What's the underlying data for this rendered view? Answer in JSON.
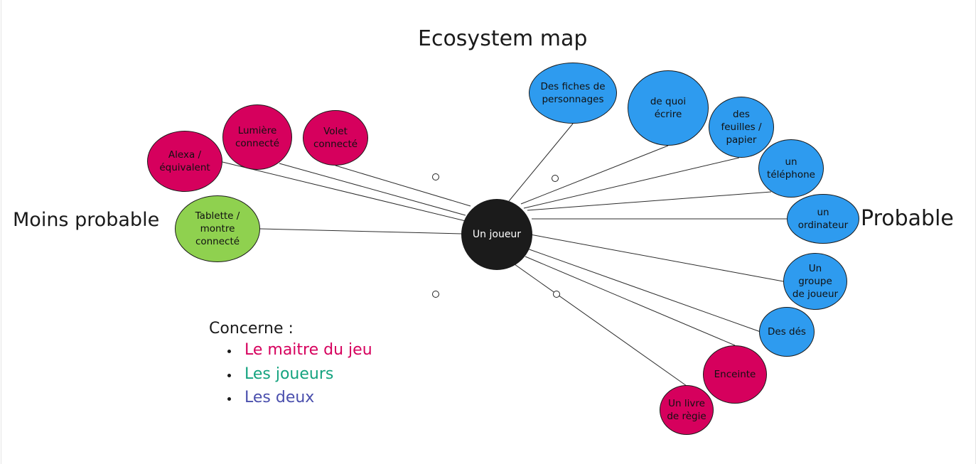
{
  "colors": {
    "pink": "#d6005d",
    "blue": "#2e9bef",
    "green": "#8fd14f",
    "center": "#1b1b1b",
    "legend_green": "#14a37f",
    "legend_blue": "#4a4fad"
  },
  "title": "Ecosystem map",
  "left_label": "Moins probable",
  "right_label": "Probable",
  "center_node": {
    "label": "Un joueur"
  },
  "nodes": [
    {
      "label": "Alexa /\néquivalent",
      "color": "pink"
    },
    {
      "label": "Lumière\nconnecté",
      "color": "pink"
    },
    {
      "label": "Volet\nconnecté",
      "color": "pink"
    },
    {
      "label": "Tablette /\nmontre\nconnecté",
      "color": "green"
    },
    {
      "label": "Des fiches de\npersonnages",
      "color": "blue"
    },
    {
      "label": "de quoi\nécrire",
      "color": "blue"
    },
    {
      "label": "des\nfeuilles /\npapier",
      "color": "blue"
    },
    {
      "label": "un\ntéléphone",
      "color": "blue"
    },
    {
      "label": "un\nordinateur",
      "color": "blue"
    },
    {
      "label": "Un\ngroupe\nde joueur",
      "color": "blue"
    },
    {
      "label": "Des dés",
      "color": "blue"
    },
    {
      "label": "Enceinte",
      "color": "pink"
    },
    {
      "label": "Un livre\nde règie",
      "color": "pink"
    }
  ],
  "legend": {
    "title": "Concerne :",
    "items": [
      {
        "label": "Le maitre du jeu",
        "color": "#d6005d"
      },
      {
        "label": "Les joueurs",
        "color": "#14a37f"
      },
      {
        "label": "Les deux",
        "color": "#4a4fad"
      }
    ]
  }
}
